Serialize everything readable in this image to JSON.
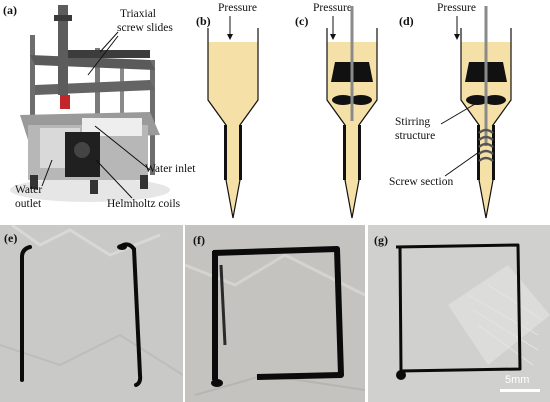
{
  "figure": {
    "panels": {
      "a": {
        "label": "(a)",
        "annotations": [
          "Triaxial",
          "screw slides",
          "Water inlet",
          "Water",
          "outlet",
          "Helmholtz coils"
        ]
      },
      "b": {
        "label": "(b)",
        "pressure": "Pressure"
      },
      "c": {
        "label": "(c)",
        "pressure": "Pressure"
      },
      "d": {
        "label": "(d)",
        "pressure": "Pressure",
        "stirring_1": "Stirring",
        "stirring_2": "structure",
        "screw": "Screw section"
      },
      "e": {
        "label": "(e)"
      },
      "f": {
        "label": "(f)"
      },
      "g": {
        "label": "(g)",
        "scale_bar": "5mm"
      }
    },
    "colors": {
      "ink": "#f5e1a8",
      "outline": "#111111",
      "rod": "#8a8a8a",
      "print": "#0b0b0b"
    }
  }
}
